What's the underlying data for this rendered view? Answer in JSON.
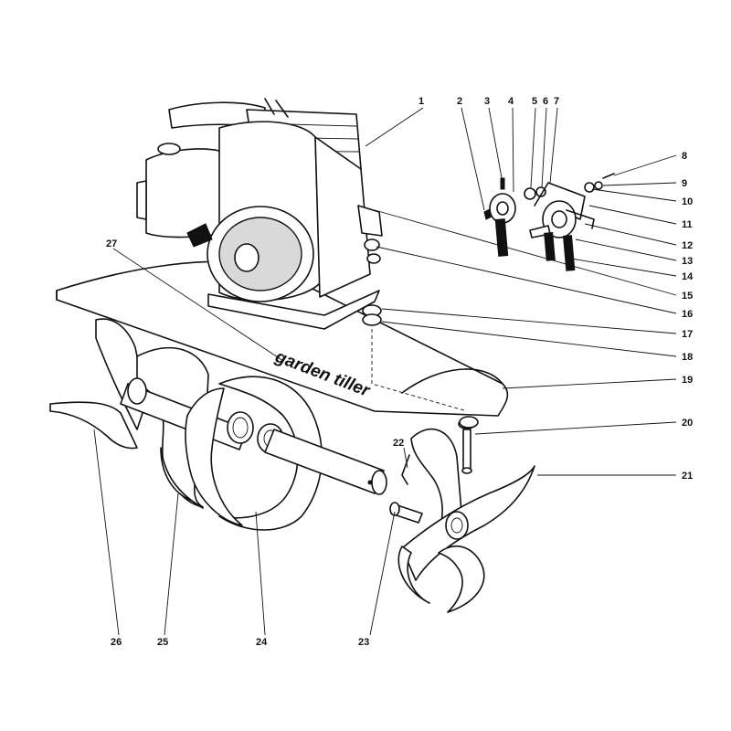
{
  "brand_text": "garden tiller",
  "callouts": [
    {
      "id": "1",
      "label": "1"
    },
    {
      "id": "2",
      "label": "2"
    },
    {
      "id": "3",
      "label": "3"
    },
    {
      "id": "4",
      "label": "4"
    },
    {
      "id": "5",
      "label": "5"
    },
    {
      "id": "6",
      "label": "6"
    },
    {
      "id": "7",
      "label": "7"
    },
    {
      "id": "8",
      "label": "8"
    },
    {
      "id": "9",
      "label": "9"
    },
    {
      "id": "10",
      "label": "10"
    },
    {
      "id": "11",
      "label": "11"
    },
    {
      "id": "12",
      "label": "12"
    },
    {
      "id": "13",
      "label": "13"
    },
    {
      "id": "14",
      "label": "14"
    },
    {
      "id": "15",
      "label": "15"
    },
    {
      "id": "16",
      "label": "16"
    },
    {
      "id": "17",
      "label": "17"
    },
    {
      "id": "18",
      "label": "18"
    },
    {
      "id": "19",
      "label": "19"
    },
    {
      "id": "20",
      "label": "20"
    },
    {
      "id": "21",
      "label": "21"
    },
    {
      "id": "22",
      "label": "22"
    },
    {
      "id": "23",
      "label": "23"
    },
    {
      "id": "24",
      "label": "24"
    },
    {
      "id": "25",
      "label": "25"
    },
    {
      "id": "26",
      "label": "26"
    },
    {
      "id": "27",
      "label": "27"
    }
  ]
}
